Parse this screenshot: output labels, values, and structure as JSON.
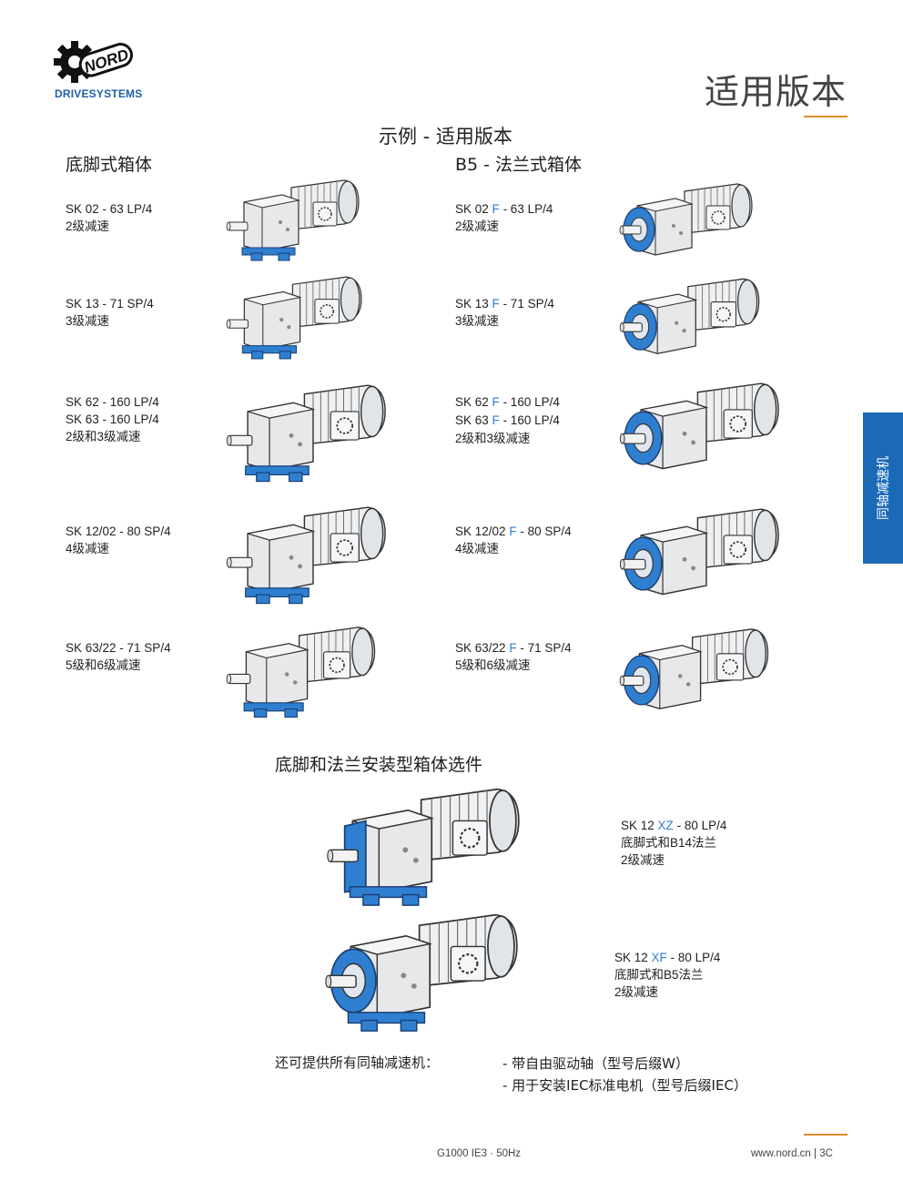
{
  "brand": {
    "name": "NORD",
    "wordmark": "DRIVESYSTEMS",
    "accent": "#1d5fa8"
  },
  "page_title": "适用版本",
  "side_tab": "同轴减速机",
  "main_heading": "示例 - 适用版本",
  "foot_mounted": {
    "heading": "底脚式箱体",
    "items": [
      {
        "model": "SK 02 - 63 LP/4",
        "desc": "2级减速"
      },
      {
        "model": "SK 13 - 71 SP/4",
        "desc": "3级减速"
      },
      {
        "model_1": "SK 62 - 160 LP/4",
        "model_2": "SK 63 - 160 LP/4",
        "desc": "2级和3级减速"
      },
      {
        "model": "SK 12/02 - 80 SP/4",
        "desc": "4级减速"
      },
      {
        "model": "SK 63/22 - 71 SP/4",
        "desc": "5级和6级减速"
      }
    ]
  },
  "flange_mounted": {
    "heading": "B5 - 法兰式箱体",
    "flange_code": "F",
    "items": [
      {
        "pre": "SK 02",
        "post": "- 63 LP/4",
        "desc": "2级减速"
      },
      {
        "pre": "SK 13",
        "post": "- 71 SP/4",
        "desc": "3级减速"
      },
      {
        "pre": "SK 62",
        "post": "- 160 LP/4",
        "pre_2": "SK 63",
        "post_2": "- 160 LP/4",
        "desc": "2级和3级减速"
      },
      {
        "pre": "SK 12/02",
        "post": "- 80 SP/4",
        "desc": "4级减速"
      },
      {
        "pre": "SK 63/22",
        "post": "- 71 SP/4",
        "desc": "5级和6级减速"
      }
    ]
  },
  "options": {
    "heading": "底脚和法兰安装型箱体选件",
    "items": [
      {
        "pre": "SK 12",
        "code": "XZ",
        "post": "-  80 LP/4",
        "line2": "底脚式和B14法兰",
        "line3": "2级减速"
      },
      {
        "pre": "SK 12",
        "code": "XF",
        "post": "-  80 LP/4",
        "line2": "底脚式和B5法兰",
        "line3": "2级减速"
      }
    ]
  },
  "availability": {
    "label": "还可提供所有同轴减速机：",
    "bullets": [
      "- 带自由驱动轴（型号后缀W）",
      "- 用于安装IEC标准电机（型号后缀IEC）"
    ]
  },
  "footer": {
    "left": "G1000  IE3 · 50Hz",
    "right": "www.nord.cn  |  3C"
  },
  "colors": {
    "accent_orange": "#e08a2c",
    "flange_blue": "#2f7fd1",
    "tab_blue": "#1b6ab8"
  }
}
